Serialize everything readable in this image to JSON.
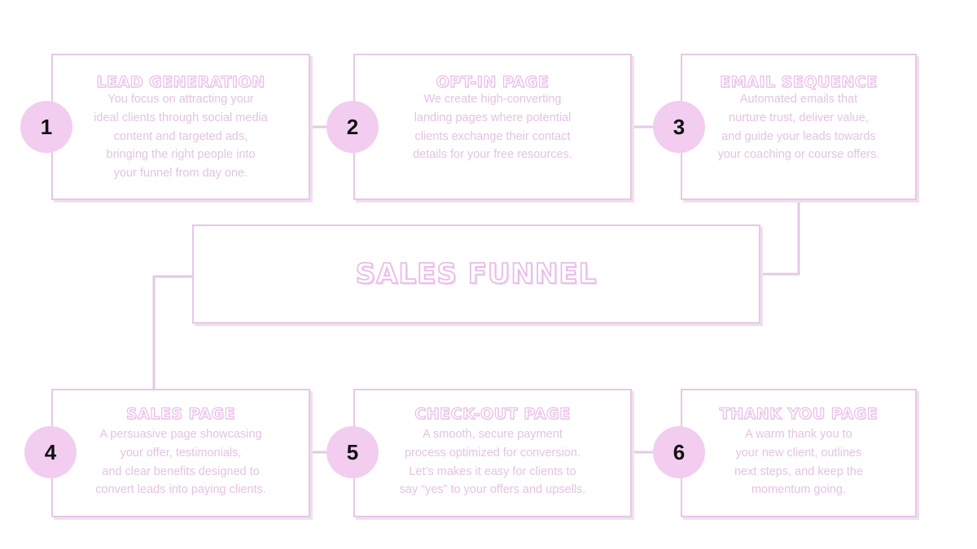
{
  "diagram": {
    "center_title": "SALES FUNNEL",
    "steps": [
      {
        "number": "1",
        "title": "LEAD GENERATION",
        "description": "You focus on attracting your\nideal clients through social media\ncontent and targeted ads,\nbringing the right people into\nyour funnel from day one."
      },
      {
        "number": "2",
        "title": "OPT-IN PAGE",
        "description": "We create high-converting\nlanding pages where potential\nclients exchange their contact\ndetails for your free resources."
      },
      {
        "number": "3",
        "title": "EMAIL SEQUENCE",
        "description": "Automated emails that\nnurture trust, deliver value,\nand guide your leads towards\nyour coaching or course offers."
      },
      {
        "number": "4",
        "title": "SALES PAGE",
        "description": "A persuasive page showcasing\nyour offer, testimonials,\nand clear benefits designed to\nconvert leads into paying clients."
      },
      {
        "number": "5",
        "title": "CHECK-OUT PAGE",
        "description": "A smooth, secure payment\nprocess optimized for conversion.\nLet’s  makes it easy for clients to\nsay “yes” to your offers and upsells."
      },
      {
        "number": "6",
        "title": "THANK YOU PAGE",
        "description": "A warm thank you to\nyour new client, outlines\nnext steps, and keep the\nmomentum going."
      }
    ],
    "colors": {
      "accent_circle": "#f2cdf0",
      "border": "#e6c8e6",
      "text": "#e3c4e3",
      "number_text": "#111111"
    }
  }
}
